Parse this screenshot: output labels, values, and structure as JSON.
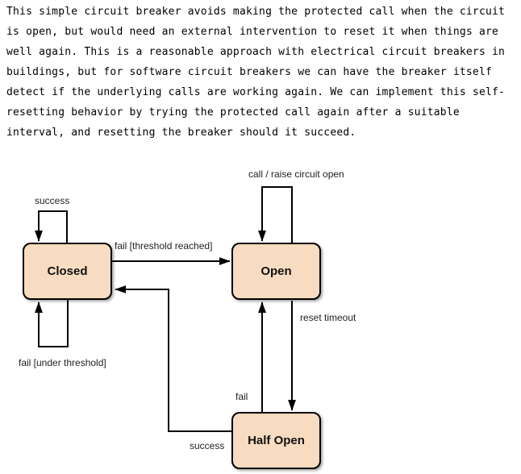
{
  "intro": {
    "text": "This simple circuit breaker avoids making the protected call when the circuit\nis open, but would need an external intervention to reset it when things are\nwell again. This is a reasonable approach with electrical circuit breakers in\nbuildings, but for software circuit breakers we can have the breaker itself\ndetect if the underlying calls are working again. We can implement this self-\nresetting behavior by trying the protected call again after a suitable\ninterval, and resetting the breaker should it succeed."
  },
  "diagram": {
    "type": "state-machine",
    "states": [
      {
        "id": "closed",
        "label": "Closed"
      },
      {
        "id": "open",
        "label": "Open"
      },
      {
        "id": "half_open",
        "label": "Half Open"
      }
    ],
    "labels": {
      "closed_self_success": "success",
      "closed_to_open": "fail [threshold reached]",
      "closed_self_fail": "fail [under threshold]",
      "open_self": "call / raise circuit open",
      "open_to_half_open": "reset timeout",
      "half_open_to_open": "fail",
      "half_open_to_closed": "success"
    },
    "colors": {
      "state_fill": "#f8dcc2",
      "state_border": "#000000",
      "arrow": "#000000",
      "label_text": "#1f1f1f",
      "background": "#ffffff"
    }
  }
}
